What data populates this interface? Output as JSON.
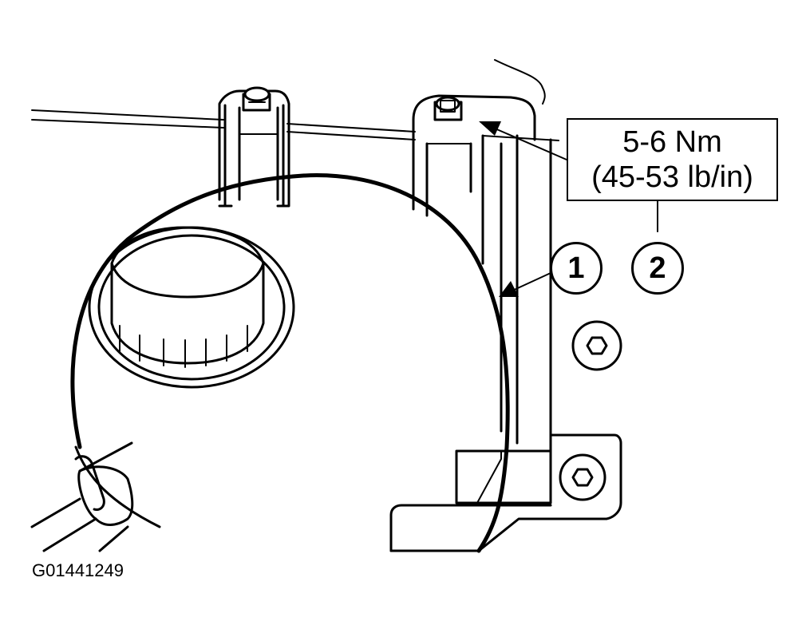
{
  "spec": {
    "torque_nm": "5-6 Nm",
    "torque_lbin": "(45-53 lb/in)"
  },
  "callouts": [
    "1",
    "2"
  ],
  "figure_id": "G01441249"
}
